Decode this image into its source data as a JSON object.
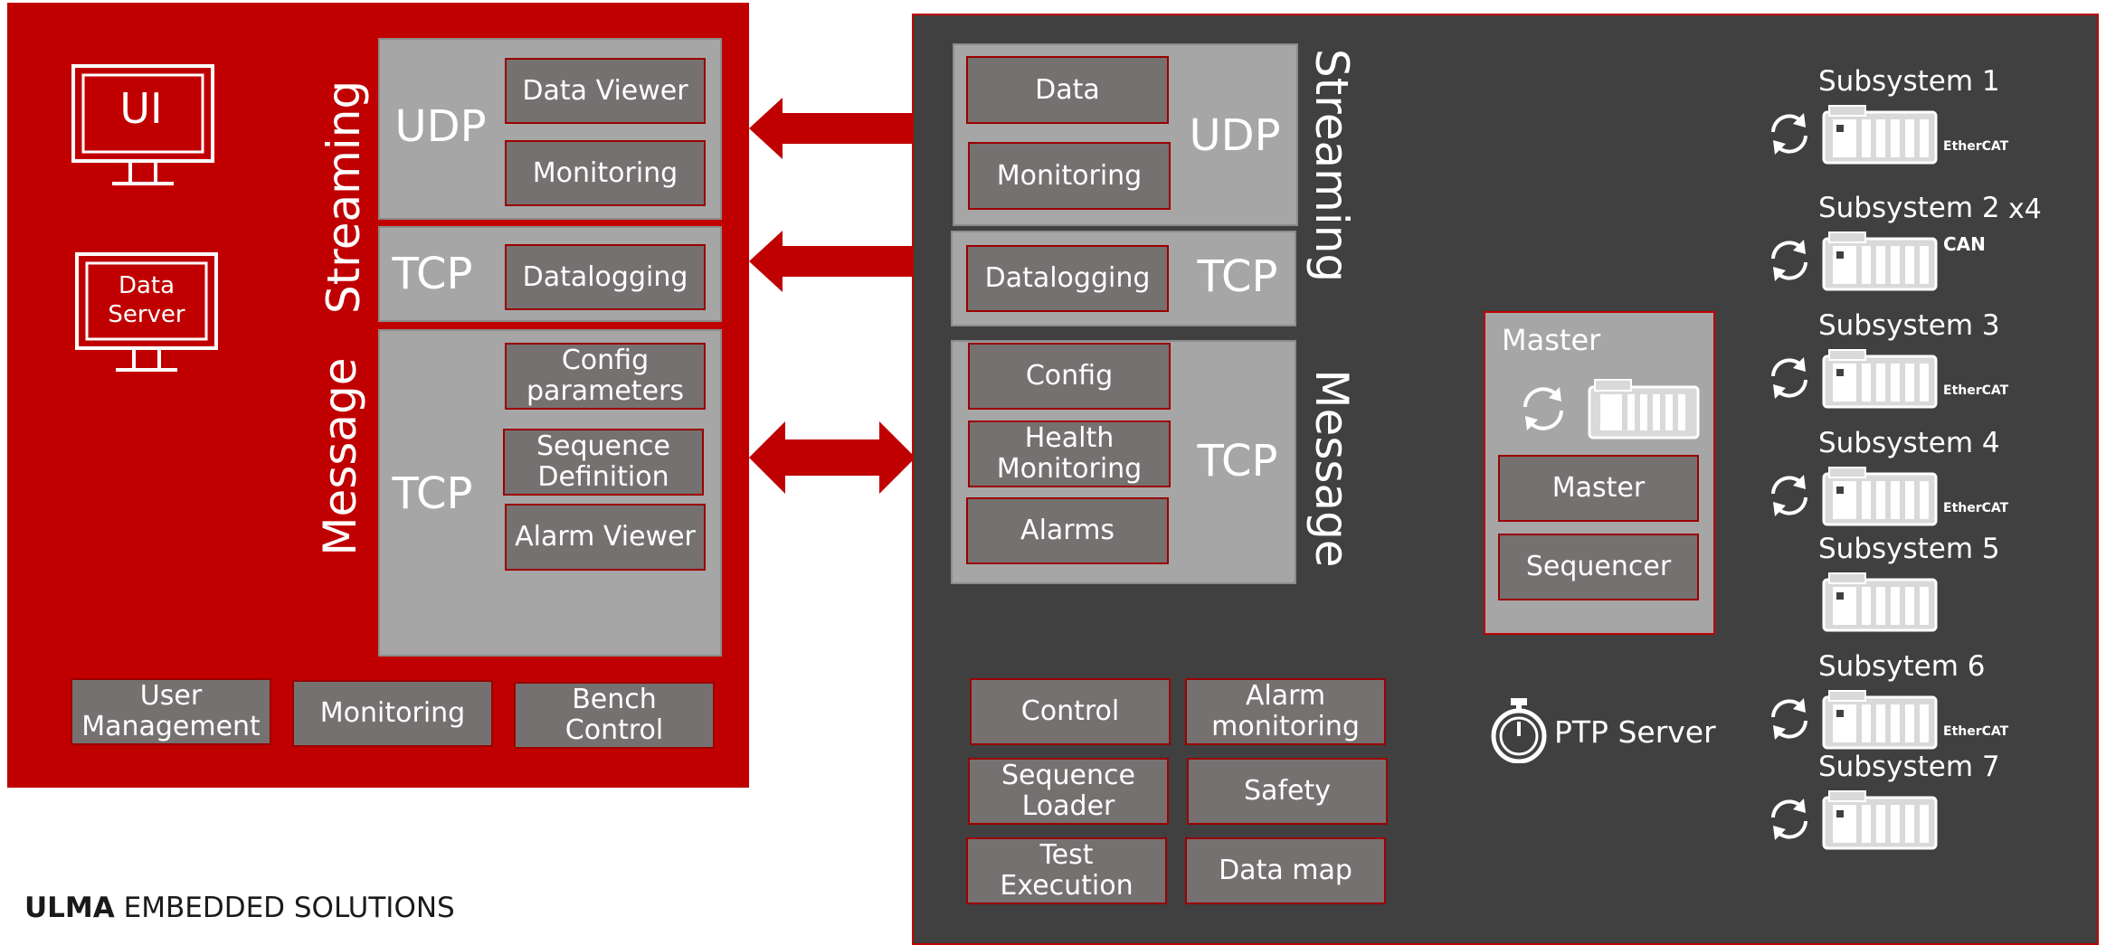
{
  "client": {
    "ui_label": "UI",
    "data_server_label": "Data\nServer",
    "streaming_label": "Streaming",
    "message_label": "Message",
    "udp_label": "UDP",
    "tcp_stream_label": "TCP",
    "tcp_msg_label": "TCP",
    "data_viewer": "Data Viewer",
    "monitoring_stream": "Monitoring",
    "datalogging": "Datalogging",
    "config_parameters": "Config\nparameters",
    "sequence_definition": "Sequence\nDefinition",
    "alarm_viewer": "Alarm Viewer",
    "user_management": "User\nManagement",
    "monitoring_bottom": "Monitoring",
    "bench_control": "Bench\nControl"
  },
  "server": {
    "streaming_label": "Streaming",
    "message_label": "Message",
    "udp_label": "UDP",
    "tcp_stream_label": "TCP",
    "tcp_msg_label": "TCP",
    "data": "Data",
    "monitoring": "Monitoring",
    "datalogging": "Datalogging",
    "config": "Config",
    "health_monitoring": "Health\nMonitoring",
    "alarms": "Alarms",
    "control": "Control",
    "alarm_monitoring": "Alarm\nmonitoring",
    "sequence_loader": "Sequence\nLoader",
    "safety": "Safety",
    "test_execution": "Test\nExecution",
    "data_map": "Data map",
    "master_title": "Master",
    "master_button": "Master",
    "sequencer": "Sequencer",
    "ptp_server": "PTP Server"
  },
  "subsystems": [
    {
      "name": "Subsystem 1",
      "bus": "EtherCAT",
      "sync": true
    },
    {
      "name": "Subsystem 2",
      "bus": "CAN",
      "sync": true,
      "multiplier": "x4"
    },
    {
      "name": "Subsystem 3",
      "bus": "EtherCAT",
      "sync": true
    },
    {
      "name": "Subsystem 4",
      "bus": "EtherCAT",
      "sync": true
    },
    {
      "name": "Subsystem 5",
      "bus": "",
      "sync": false
    },
    {
      "name": "Subsytem 6",
      "bus": "EtherCAT",
      "sync": true
    },
    {
      "name": "Subsystem 7",
      "bus": "",
      "sync": true
    }
  ],
  "footer": {
    "brand_bold": "ULMA",
    "brand_rest": " EMBEDDED SOLUTIONS"
  },
  "colors": {
    "brand_red": "#c00000",
    "dark_panel": "#404040",
    "group_gray": "#a6a6a6",
    "button_gray": "#767171"
  }
}
